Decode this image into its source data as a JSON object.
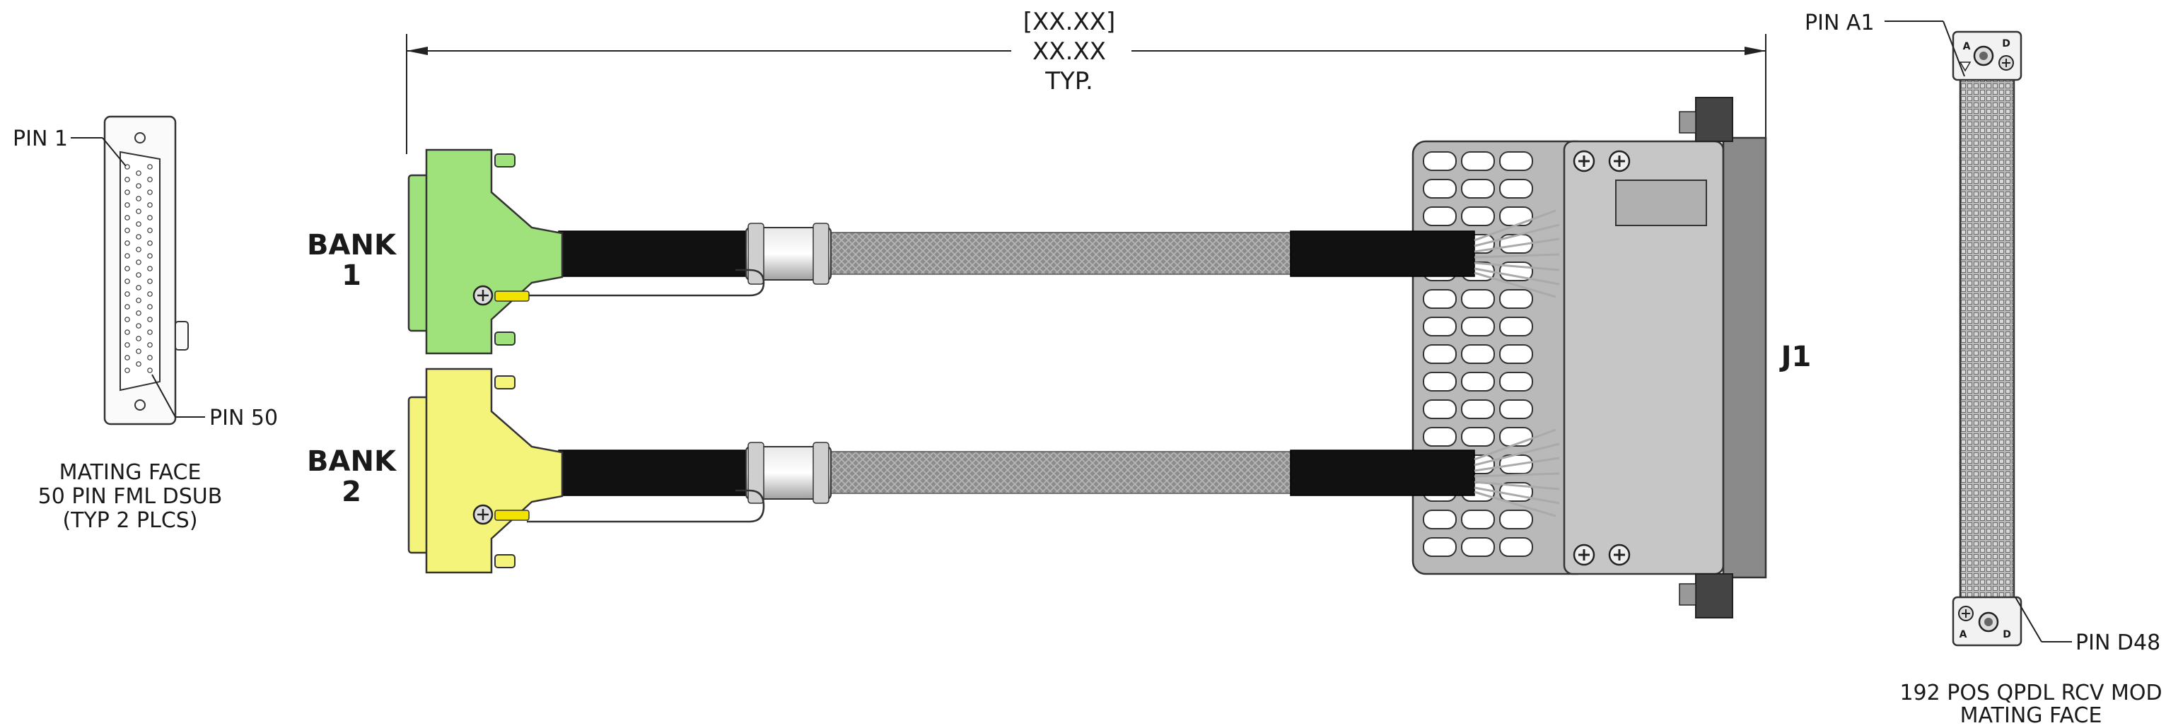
{
  "dimension": {
    "bracket_text": "[XX.XX]",
    "value_text": "XX.XX",
    "typ_text": "TYP."
  },
  "dsub_view": {
    "pin_first": "PIN 1",
    "pin_last": "PIN 50",
    "caption_line1": "MATING FACE",
    "caption_line2": "50 PIN FML DSUB",
    "caption_line3": "(TYP 2 PLCS)"
  },
  "banks": [
    {
      "line1": "BANK",
      "line2": "1",
      "color": "#9fe17a"
    },
    {
      "line1": "BANK",
      "line2": "2",
      "color": "#f4f37a"
    }
  ],
  "j1": {
    "label": "J1"
  },
  "qpdl_view": {
    "pin_first": "PIN A1",
    "pin_last": "PIN D48",
    "corner_top_left": "A",
    "corner_top_right": "D",
    "corner_bottom_left": "A",
    "corner_bottom_right": "D",
    "caption_line1": "192 POS QPDL RCV MOD",
    "caption_line2": "MATING FACE"
  },
  "colors": {
    "bank1": "#9fe17a",
    "bank2": "#f4f37a",
    "cable_jacket": "#111111",
    "braid": "#8f8f8f",
    "j1_body": "#c4c4c4",
    "j1_backplate": "#b9b9b9"
  }
}
